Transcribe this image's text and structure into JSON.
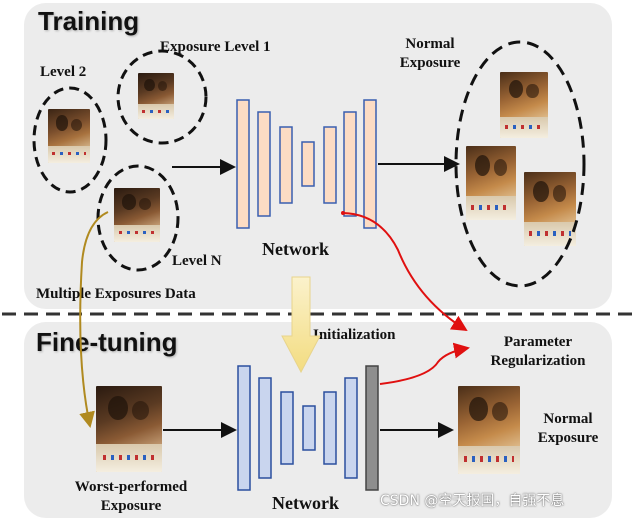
{
  "training": {
    "title": "Training",
    "exposure_level_1": "Exposure Level 1",
    "level_2": "Level 2",
    "level_n": "Level N",
    "normal_exposure": "Normal\nExposure",
    "network": "Network",
    "multiple_exposures": "Multiple Exposures Data"
  },
  "finetuning": {
    "title": "Fine-tuning",
    "initialization": "Initialization",
    "parameter_regularization": "Parameter\nRegularization",
    "worst_performed": "Worst-performed\nExposure",
    "network": "Network",
    "normal_exposure": "Normal\nExposure"
  },
  "watermark": "CSDN @空天报国，自强不息",
  "colors": {
    "panel": "#ececec",
    "training_layers": "#fcdcc4",
    "training_layer_border": "#3a5fb0",
    "finetune_layers": "#c9d5ee",
    "finetune_last_layer": "#8e8e8e",
    "red_arrow": "#e01010",
    "olive_arrow": "#b08a20",
    "init_arrow": "#f6e7a4"
  }
}
